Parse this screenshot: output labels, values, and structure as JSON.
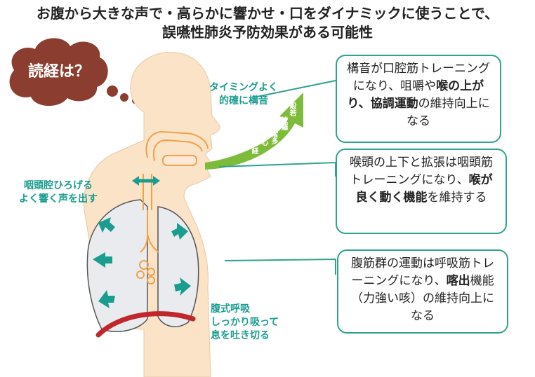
{
  "title": {
    "line1": "お腹から大きな声で・高らかに響かせ・口をダイナミックに使うことで、",
    "line2": "誤嚥性肺炎予防効果がある可能性"
  },
  "bubble": {
    "text": "読経は？"
  },
  "labels": {
    "articulation": [
      "タイミングよく",
      "的確に構音"
    ],
    "pharynx": [
      "咽頭腔ひろげる",
      "よく響く声を出す"
    ],
    "breathing": [
      "腹式呼吸",
      "しっかり吸って",
      "息を吐き切る"
    ]
  },
  "arrow_text": [
    "般若",
    "波羅",
    "蜜多",
    "心",
    "経"
  ],
  "callouts": [
    {
      "parts": [
        {
          "t": "構音が口腔筋トレーニングになり、咀嚼や",
          "b": false
        },
        {
          "t": "喉の上がり、協調運動",
          "b": true
        },
        {
          "t": "の維持向上になる",
          "b": false
        }
      ]
    },
    {
      "parts": [
        {
          "t": "喉頭の上下と拡張は咽頭筋トレーニングになり、",
          "b": false
        },
        {
          "t": "喉が良く動く機能",
          "b": true
        },
        {
          "t": "を維持する",
          "b": false
        }
      ]
    },
    {
      "parts": [
        {
          "t": "腹筋群の運動は呼吸筋トレーニングになり、",
          "b": false
        },
        {
          "t": "喀出",
          "b": true
        },
        {
          "t": "機能（力強い咳）の維持向上になる",
          "b": false
        }
      ]
    }
  ],
  "colors": {
    "teal": "#2ea38d",
    "bubble": "#8b3d2f",
    "body": "#fbe3c8",
    "green_arrow": "#7dbb3a",
    "lung": "#e9ebee",
    "diaphragm": "#c0272d"
  }
}
